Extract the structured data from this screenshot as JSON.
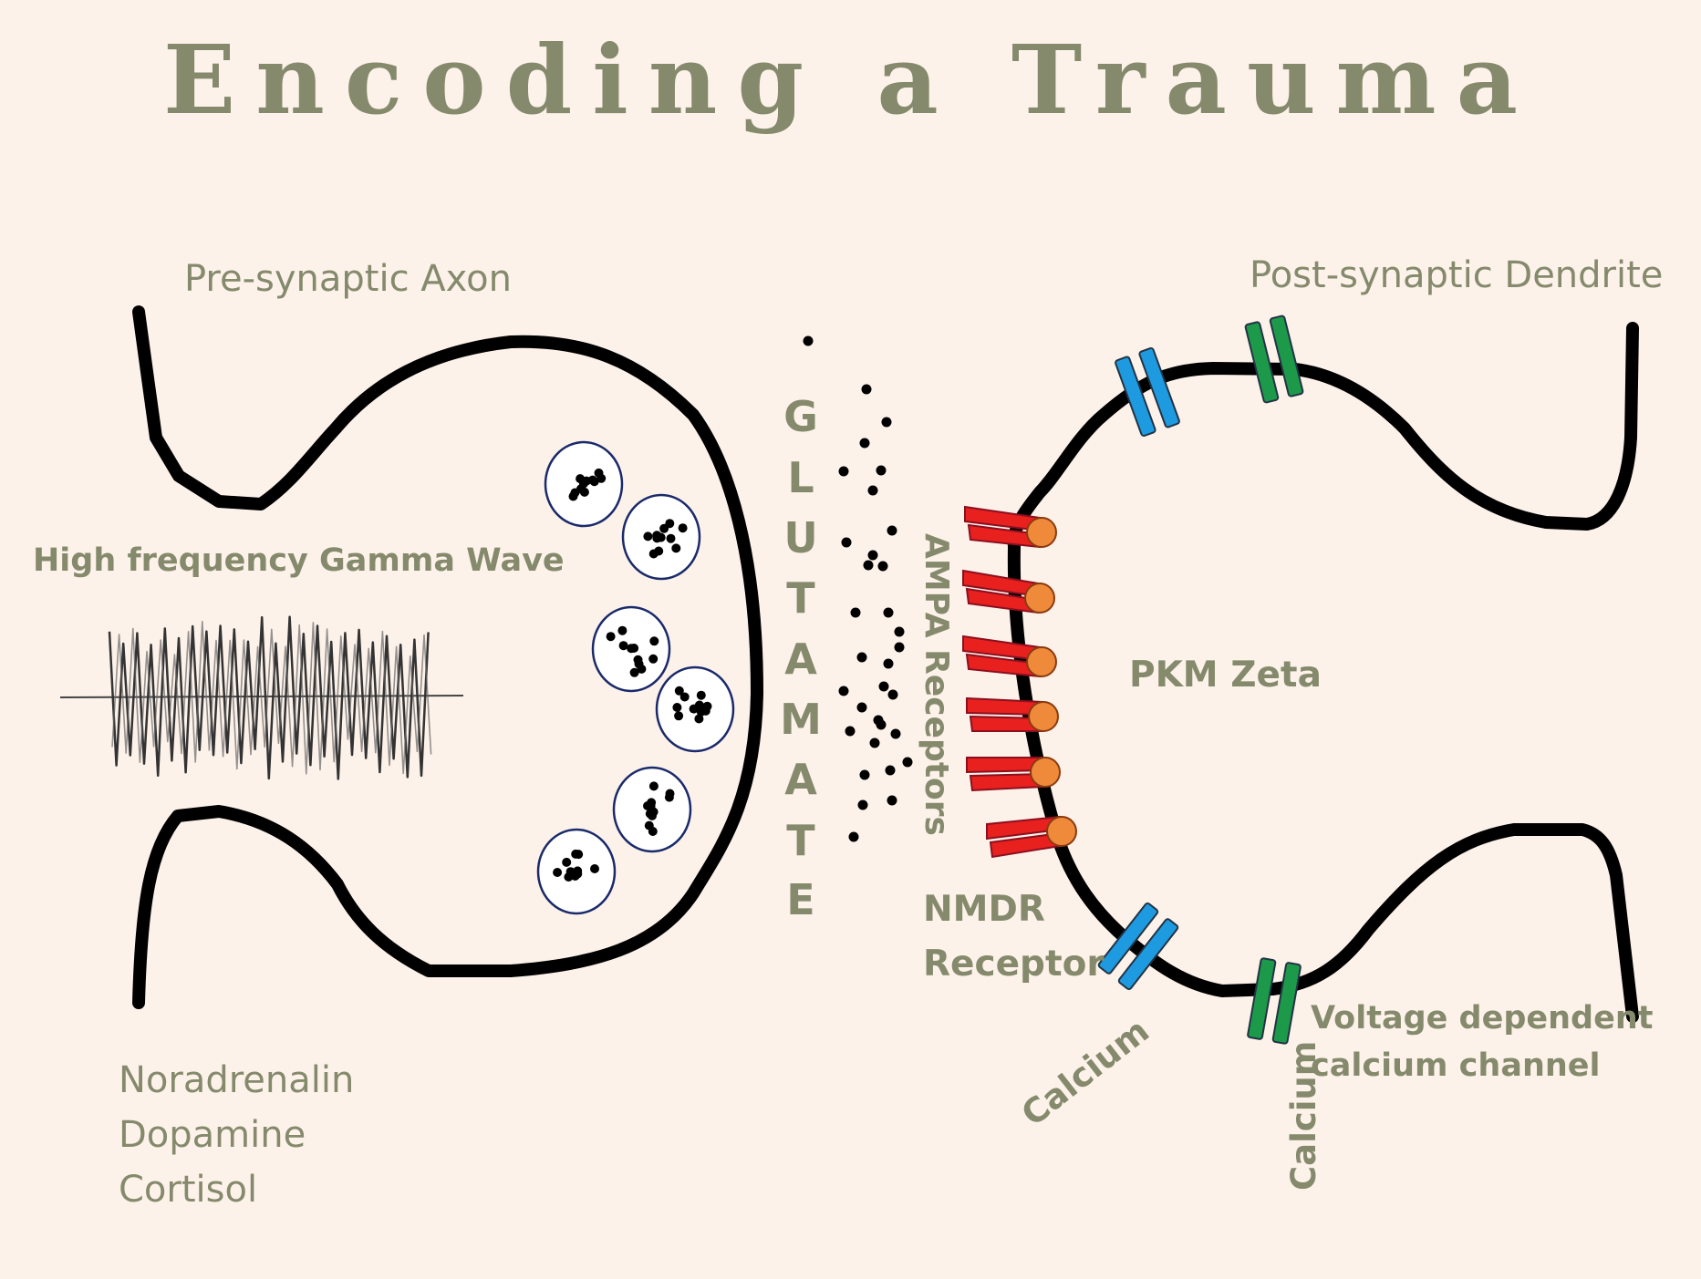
{
  "title": "Encoding a Trauma",
  "labels": {
    "presynaptic": "Pre-synaptic Axon",
    "postsynaptic": "Post-synaptic Dendrite",
    "gamma_wave": "High frequency Gamma Wave",
    "glutamate": "GLUTAMATE",
    "ampa": "AMPA Receptors",
    "pkm": "PKM Zeta",
    "nmdr_line1": "NMDR",
    "nmdr_line2": "Receptor",
    "calcium_left": "Calcium",
    "calcium_right": "Calcium",
    "vdcc_line1": "Voltage dependent",
    "vdcc_line2": "calcium channel"
  },
  "neurochemicals": [
    "Noradrenalin",
    "Dopamine",
    "Cortisol"
  ],
  "colors": {
    "background": "#fdf2ea",
    "text": "#858a6c",
    "membrane": "#000000",
    "receptor": "#e8201e",
    "receptor_head": "#ee8a3a",
    "channel_blue": "#1e9be0",
    "channel_green": "#1c9a4a",
    "vesicle_stroke": "#1a2a6a"
  }
}
